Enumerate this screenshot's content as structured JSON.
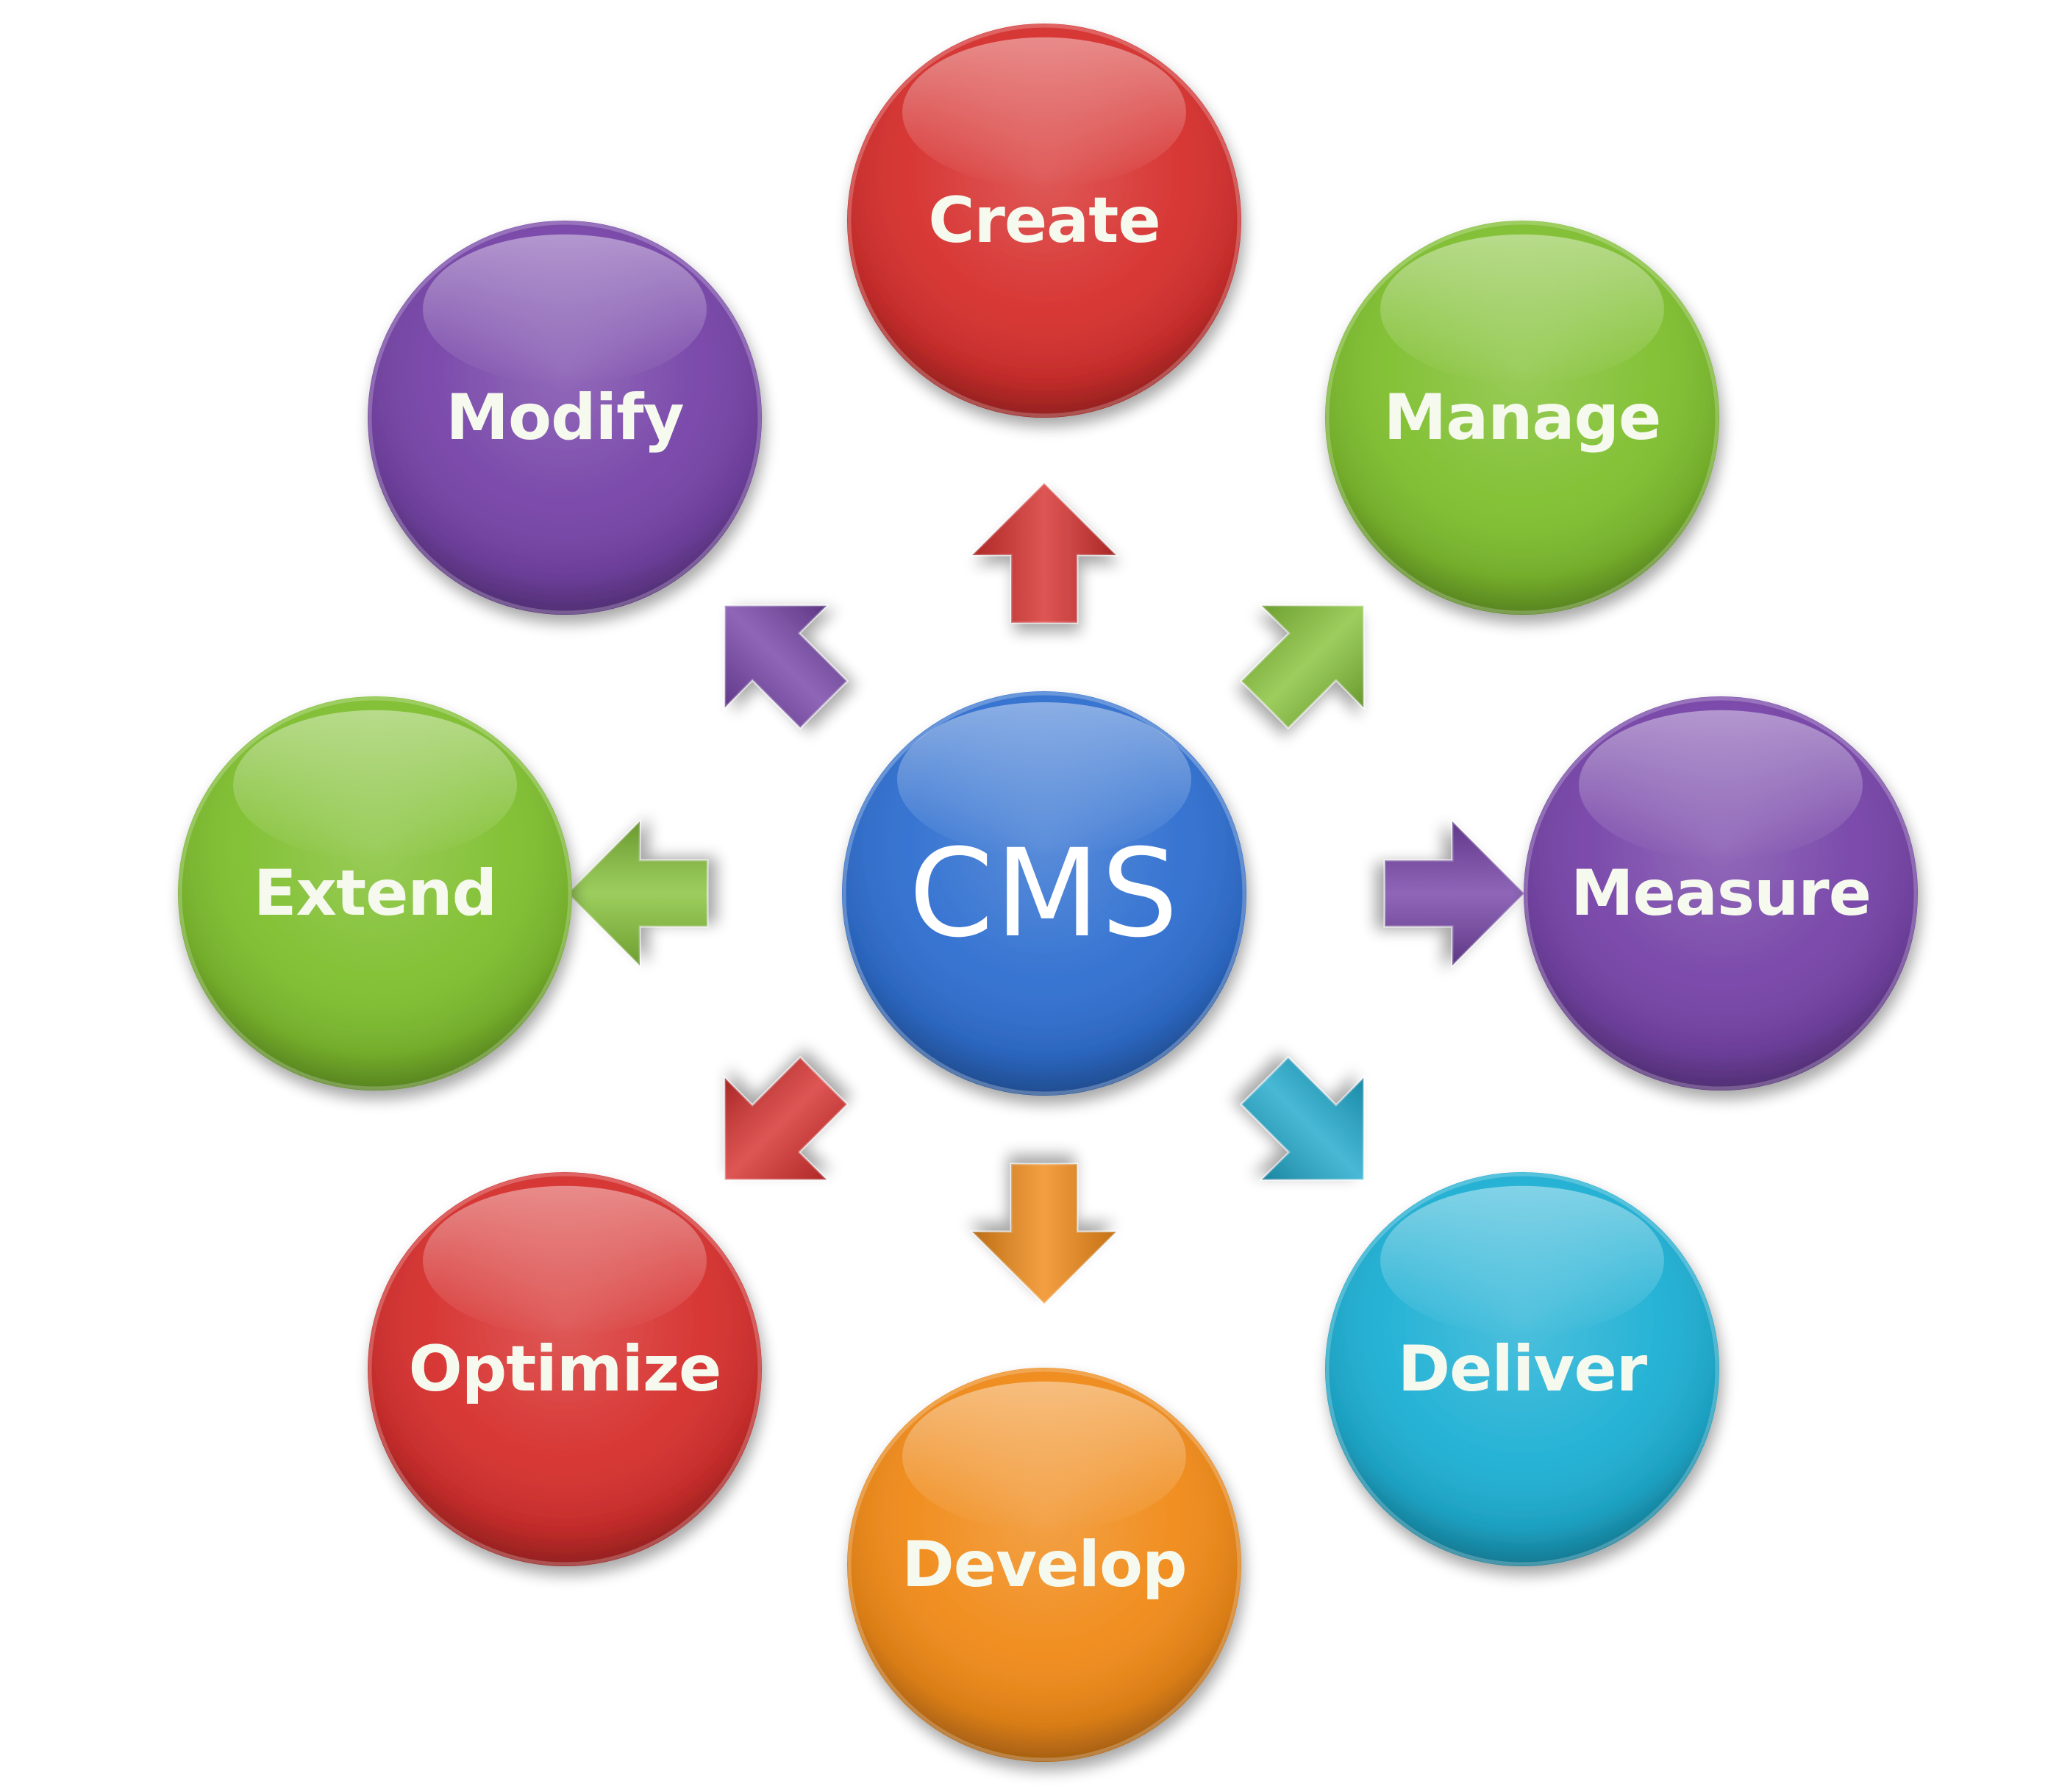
{
  "diagram": {
    "center": {
      "label": "CMS",
      "color": "#2f6fd0"
    },
    "nodes": [
      {
        "id": "create",
        "label": "Create",
        "color": "#d6302e"
      },
      {
        "id": "manage",
        "label": "Manage",
        "color": "#7fbf2f"
      },
      {
        "id": "measure",
        "label": "Measure",
        "color": "#7644a8"
      },
      {
        "id": "deliver",
        "label": "Deliver",
        "color": "#1fb0d4"
      },
      {
        "id": "develop",
        "label": "Develop",
        "color": "#f08a18"
      },
      {
        "id": "optimize",
        "label": "Optimize",
        "color": "#d6302e"
      },
      {
        "id": "extend",
        "label": "Extend",
        "color": "#7fbf2f"
      },
      {
        "id": "modify",
        "label": "Modify",
        "color": "#7644a8"
      }
    ],
    "arrows": [
      {
        "to": "create",
        "color": "#d6302e"
      },
      {
        "to": "manage",
        "color": "#86c23a"
      },
      {
        "to": "measure",
        "color": "#7644a8"
      },
      {
        "to": "deliver",
        "color": "#1fa9cc"
      },
      {
        "to": "develop",
        "color": "#f08a18"
      },
      {
        "to": "optimize",
        "color": "#d6302e"
      },
      {
        "to": "extend",
        "color": "#86c23a"
      },
      {
        "to": "modify",
        "color": "#7644a8"
      }
    ]
  }
}
